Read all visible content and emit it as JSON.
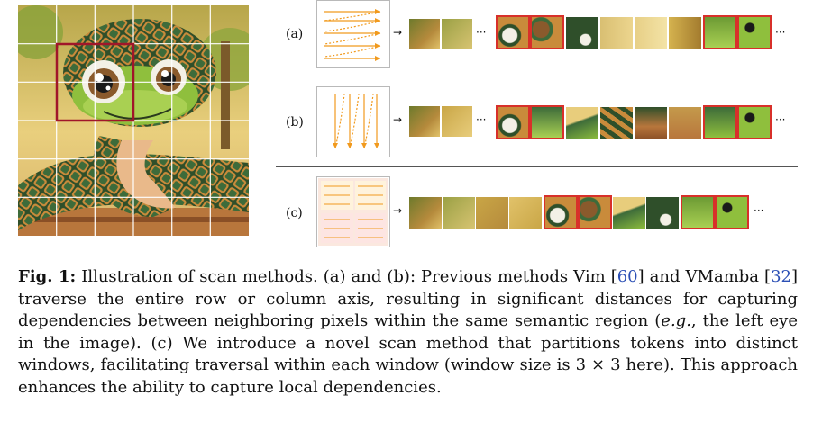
{
  "rows": [
    {
      "label": "(a)"
    },
    {
      "label": "(b)"
    },
    {
      "label": "(c)"
    }
  ],
  "icons": {
    "arrow": "→",
    "ellipsis": "···"
  },
  "caption": {
    "fig_label": "Fig. 1:",
    "part1": " Illustration of scan methods. (a) and (b): Previous methods Vim [",
    "cite1": "60",
    "part2": "] and VMamba [",
    "cite2": "32",
    "part3": "] traverse the entire row or column axis, resulting in significant distances for capturing dependencies between neighboring pixels within the same semantic region (",
    "emph": "e.g.",
    "part4": ", the left eye in the image). (c) We introduce a novel scan method that partitions tokens into distinct windows, facilitating traversal within each window (window size is 3 × 3 here). This approach enhances the ability to capture local dependencies."
  },
  "colors": {
    "highlight": "#d8302a",
    "scan_arrow": "#f19a1e",
    "citation": "#2b4fb5",
    "grid_line": "#ffffff"
  }
}
